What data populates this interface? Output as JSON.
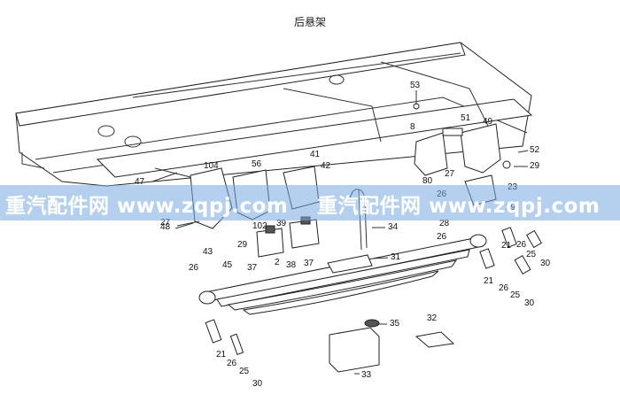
{
  "title": "后悬架",
  "watermark": {
    "text": "重汽配件网 www.zqpj.com",
    "color": "#78aae1"
  },
  "callouts": [
    {
      "id": "53",
      "label": "53"
    },
    {
      "id": "51",
      "label": "51"
    },
    {
      "id": "49",
      "label": "49"
    },
    {
      "id": "8",
      "label": "8"
    },
    {
      "id": "52",
      "label": "52"
    },
    {
      "id": "29a",
      "label": "29"
    },
    {
      "id": "27a",
      "label": "27"
    },
    {
      "id": "80",
      "label": "80"
    },
    {
      "id": "26a",
      "label": "26"
    },
    {
      "id": "23",
      "label": "23"
    },
    {
      "id": "29b",
      "label": "29"
    },
    {
      "id": "28",
      "label": "28"
    },
    {
      "id": "47",
      "label": "47"
    },
    {
      "id": "104",
      "label": "104"
    },
    {
      "id": "56",
      "label": "56"
    },
    {
      "id": "41",
      "label": "41"
    },
    {
      "id": "42",
      "label": "42"
    },
    {
      "id": "48",
      "label": "48"
    },
    {
      "id": "27b",
      "label": "27"
    },
    {
      "id": "43",
      "label": "43"
    },
    {
      "id": "45",
      "label": "45"
    },
    {
      "id": "29c",
      "label": "29"
    },
    {
      "id": "102",
      "label": "102"
    },
    {
      "id": "39",
      "label": "39"
    },
    {
      "id": "37a",
      "label": "37"
    },
    {
      "id": "2",
      "label": "2"
    },
    {
      "id": "38",
      "label": "38"
    },
    {
      "id": "37b",
      "label": "37"
    },
    {
      "id": "34",
      "label": "34"
    },
    {
      "id": "26b",
      "label": "26"
    },
    {
      "id": "31",
      "label": "31"
    },
    {
      "id": "21a",
      "label": "21"
    },
    {
      "id": "26c",
      "label": "26"
    },
    {
      "id": "25a",
      "label": "25"
    },
    {
      "id": "30a",
      "label": "30"
    },
    {
      "id": "21b",
      "label": "21"
    },
    {
      "id": "26d",
      "label": "26"
    },
    {
      "id": "25b",
      "label": "25"
    },
    {
      "id": "30b",
      "label": "30"
    },
    {
      "id": "26e",
      "label": "26"
    },
    {
      "id": "35",
      "label": "35"
    },
    {
      "id": "32",
      "label": "32"
    },
    {
      "id": "21c",
      "label": "21"
    },
    {
      "id": "26f",
      "label": "26"
    },
    {
      "id": "25c",
      "label": "25"
    },
    {
      "id": "30c",
      "label": "30"
    },
    {
      "id": "33",
      "label": "33"
    }
  ]
}
